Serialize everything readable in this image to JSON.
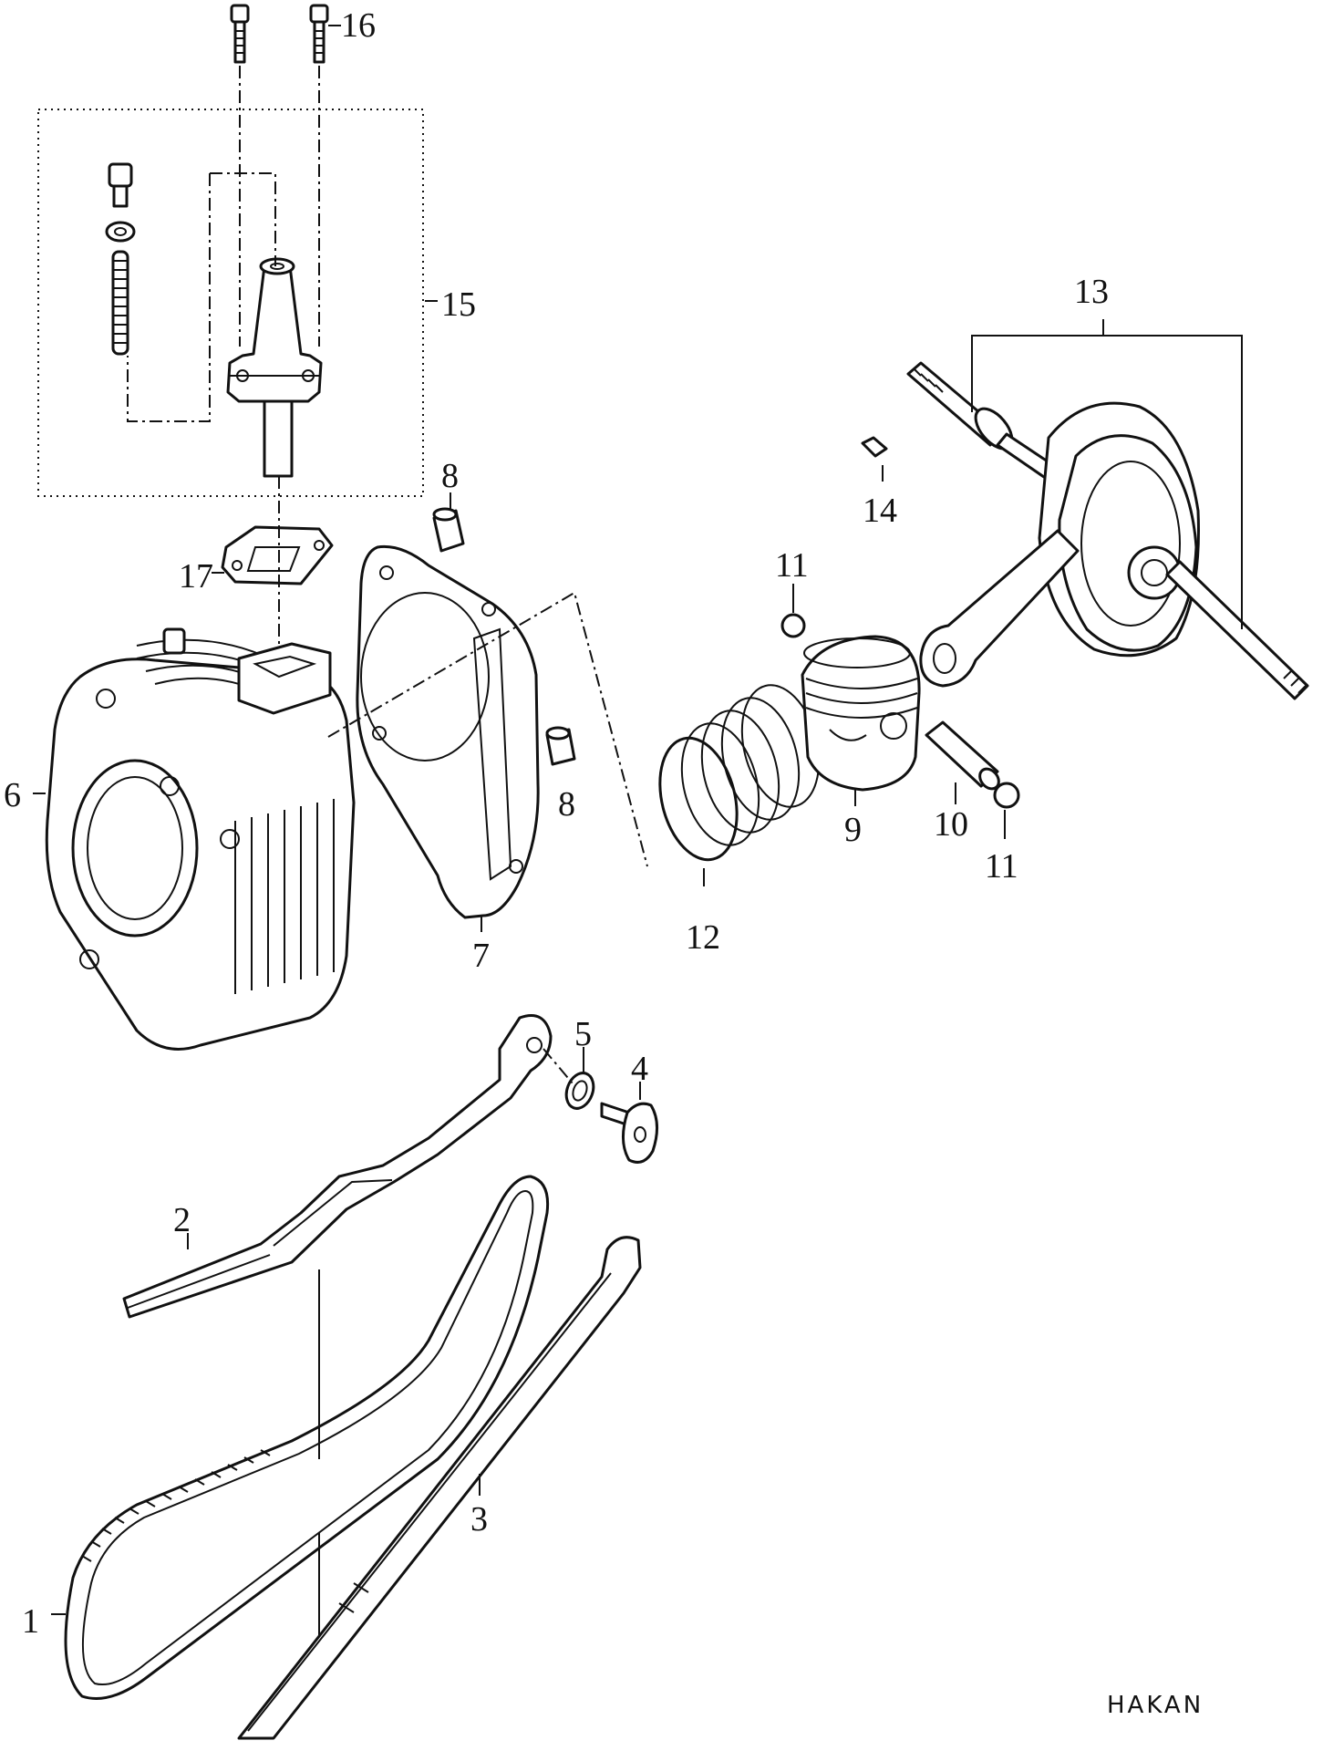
{
  "labels": {
    "p1": "1",
    "p2": "2",
    "p3": "3",
    "p4": "4",
    "p5": "5",
    "p6": "6",
    "p7": "7",
    "p8a": "8",
    "p8b": "8",
    "p9": "9",
    "p10": "10",
    "p11a": "11",
    "p11b": "11",
    "p12": "12",
    "p13": "13",
    "p14": "14",
    "p15": "15",
    "p16": "16",
    "p17": "17"
  },
  "brand": "HAKAN",
  "colors": {
    "line": "#111111",
    "background": "#ffffff"
  }
}
